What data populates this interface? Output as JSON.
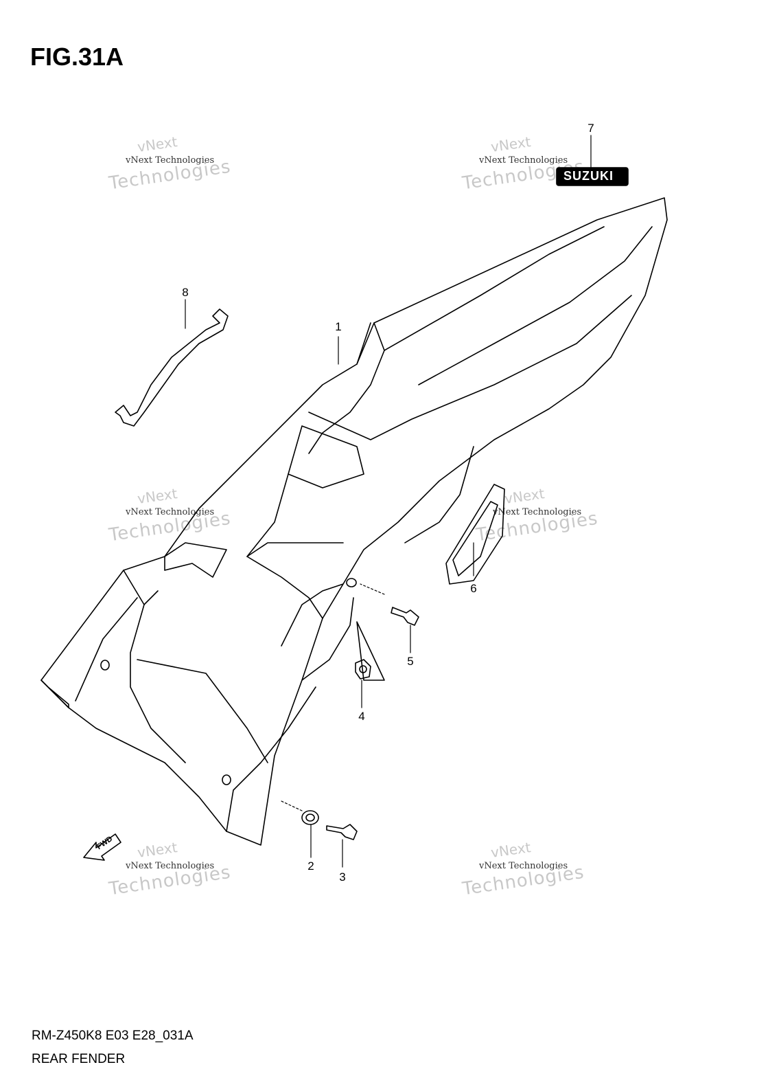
{
  "figure": {
    "title": "FIG.31A"
  },
  "footer": {
    "model_code": "RM-Z450K8 E03 E28_031A",
    "section_name": "REAR FENDER"
  },
  "callouts": [
    "1",
    "2",
    "3",
    "4",
    "5",
    "6",
    "7",
    "8"
  ],
  "arrow": {
    "label": "FWD"
  },
  "decals": {
    "brand_logo": "SUZUKI"
  },
  "watermark": {
    "line1": "vNext",
    "line2": "Technologies",
    "full": "vNext Technologies"
  }
}
